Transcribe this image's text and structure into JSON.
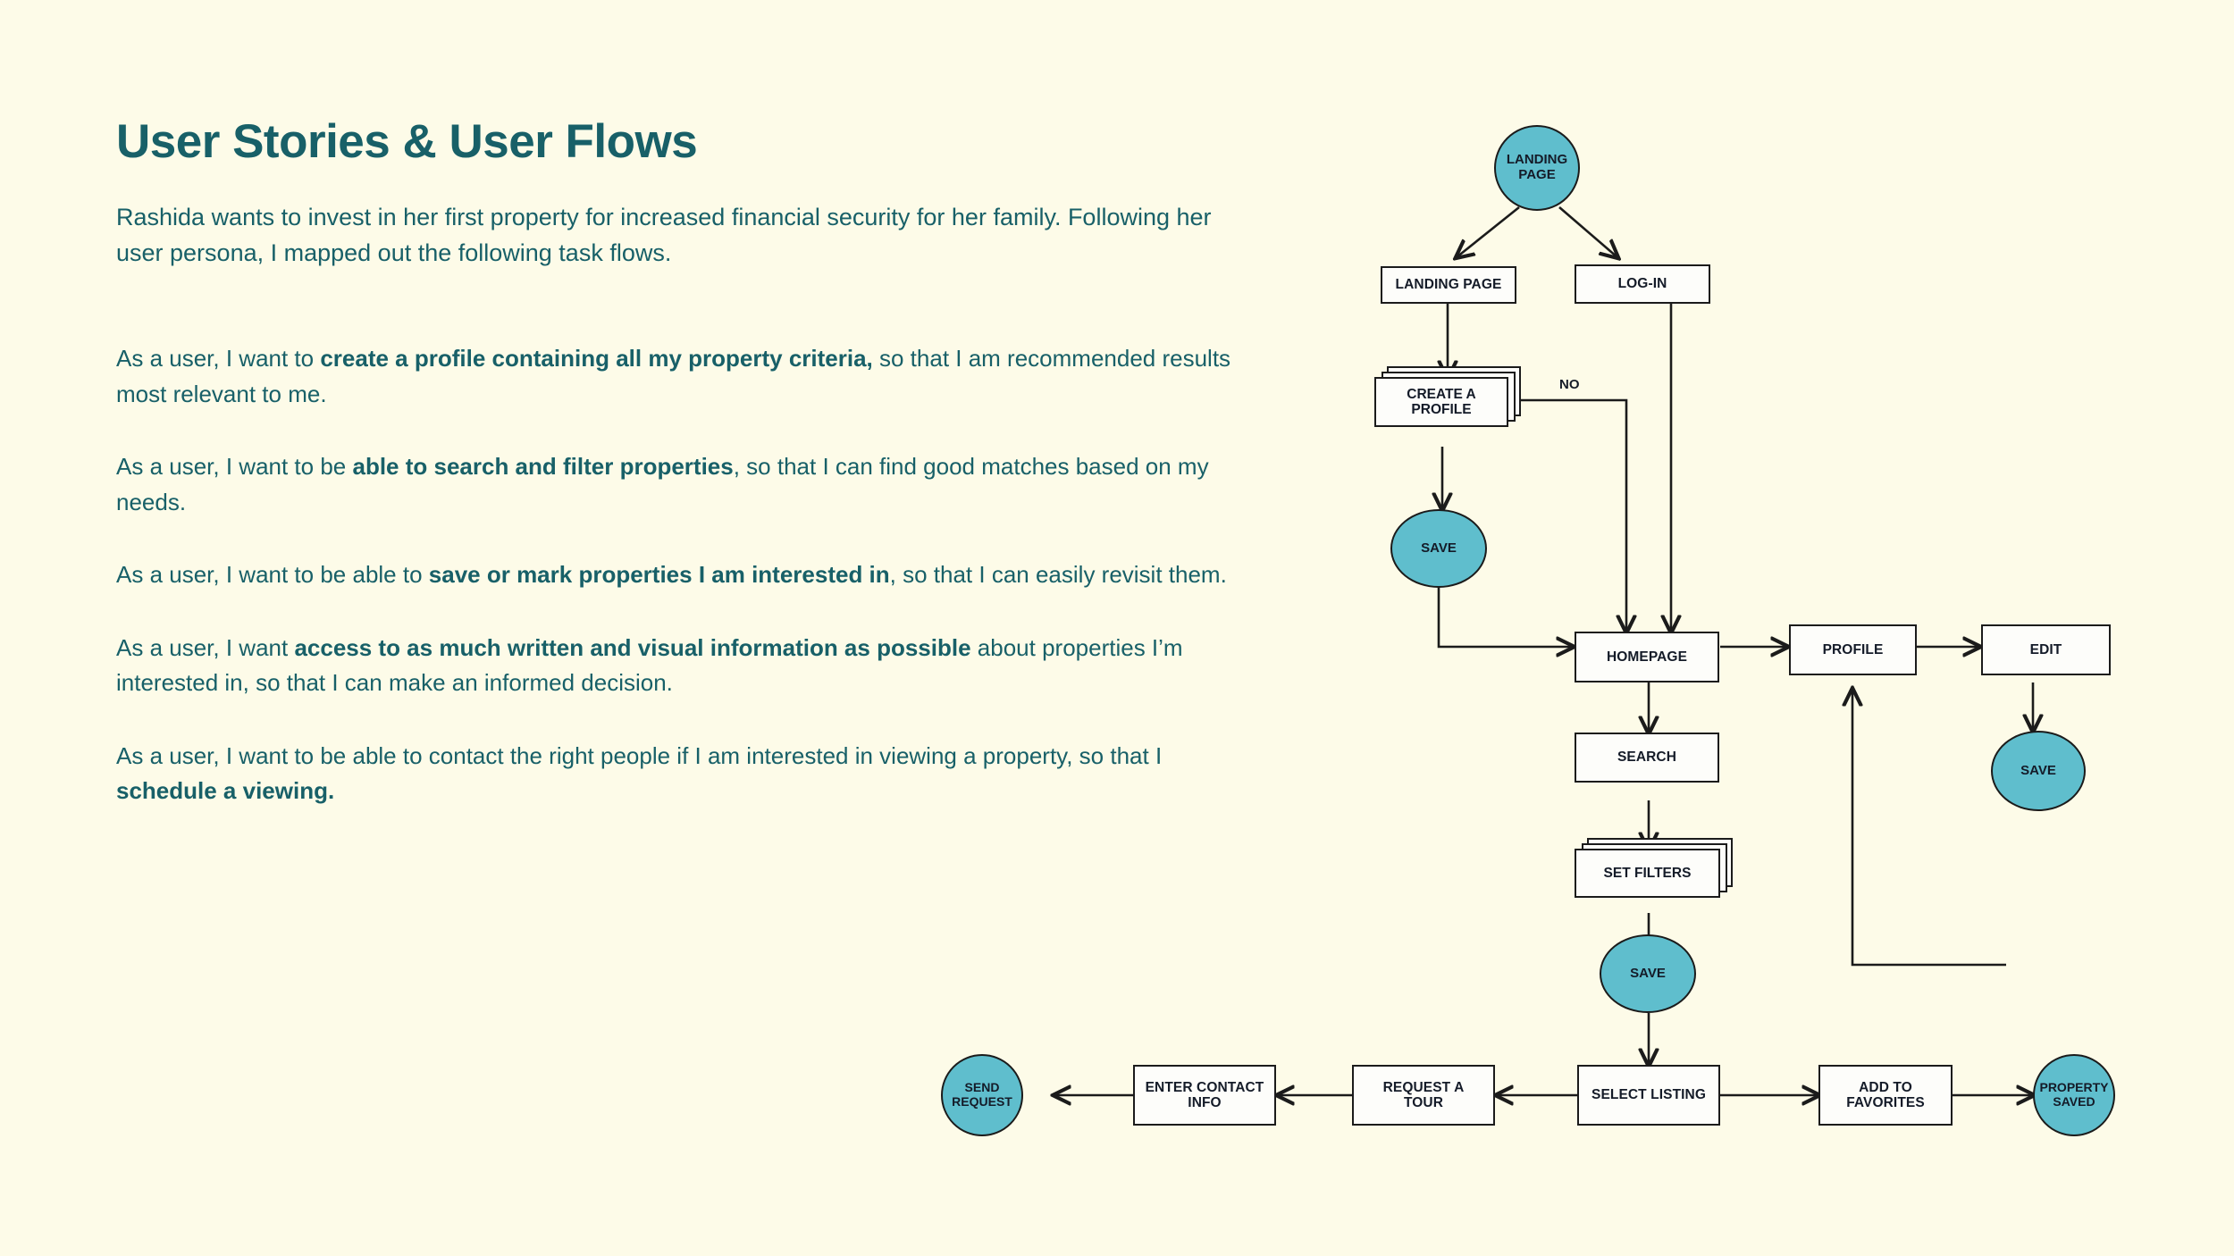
{
  "header": {
    "title": "User Stories & User Flows"
  },
  "intro": "Rashida wants to invest in her first property for increased financial security for her family. Following her user persona, I mapped out the following task flows.",
  "stories": [
    {
      "pre": "As a user, I want to ",
      "bold": "create a profile containing all my property criteria,",
      "post": " so that I am recommended results most relevant to me."
    },
    {
      "pre": "As a user, I want to be ",
      "bold": "able to search and filter properties",
      "post": ", so that I can find good matches based on my needs."
    },
    {
      "pre": "As a user, I want to be able to ",
      "bold": "save or mark properties I am interested in",
      "post": ", so that I can easily revisit them."
    },
    {
      "pre": "As a user, I want ",
      "bold": "access to as much written and visual information as possible",
      "post": " about properties I’m interested in, so that I can make an informed decision."
    },
    {
      "pre": "As a user, I want to be able to contact the right people if I am interested in viewing a property, so that I ",
      "bold": "schedule a viewing.",
      "post": ""
    }
  ],
  "flowchart": {
    "type": "flowchart",
    "nodes": {
      "start_landing_page": "LANDING PAGE",
      "landing_page": "LANDING PAGE",
      "log_in": "LOG-IN",
      "create_a_profile": "CREATE A PROFILE",
      "save_profile": "SAVE",
      "homepage": "HOMEPAGE",
      "profile": "PROFILE",
      "edit": "EDIT",
      "save_edit": "SAVE",
      "search": "SEARCH",
      "set_filters": "SET FILTERS",
      "save_filters": "SAVE",
      "select_listing": "SELECT LISTING",
      "request_a_tour": "REQUEST A TOUR",
      "enter_contact_info": "ENTER CONTACT INFO",
      "send_request": "SEND REQUEST",
      "add_to_favorites": "ADD TO FAVORITES",
      "property_saved": "PROPERTY SAVED"
    },
    "edge_labels": {
      "no": "NO"
    },
    "colors": {
      "background": "#fdfbe8",
      "accent_teal": "#5fbecd",
      "text_teal": "#186068",
      "node_stroke": "#1b1b1b",
      "node_fill": "#fdfdfa"
    }
  }
}
